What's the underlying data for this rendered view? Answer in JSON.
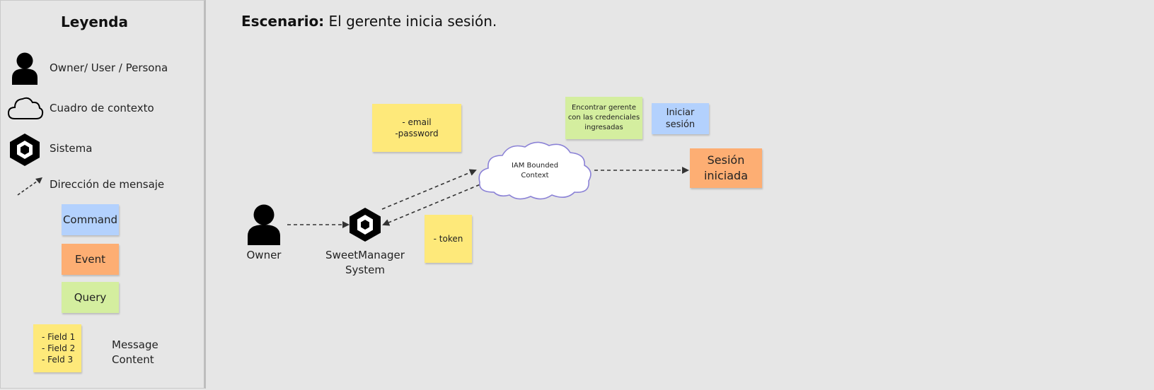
{
  "legend": {
    "title": "Leyenda",
    "items": {
      "persona": "Owner/ User / Persona",
      "context": "Cuadro de contexto",
      "system": "Sistema",
      "message": "Dirección de mensaje"
    },
    "command": "Command",
    "event": "Event",
    "query": "Query",
    "fields": [
      "- Field 1",
      "- Field 2",
      "- Feld 3"
    ],
    "message_content_1": "Message",
    "message_content_2": "Content"
  },
  "scenario": {
    "prefix": "Escenario:",
    "text": " El gerente inicia sesión."
  },
  "diagram": {
    "owner_label": "Owner",
    "system_label_1": "SweetManager",
    "system_label_2": "System",
    "request_fields_1": "- email",
    "request_fields_2": "-password",
    "response_fields": "- token",
    "context_line_1": "IAM Bounded",
    "context_line_2": "Context",
    "query_line_1": "Encontrar gerente",
    "query_line_2": "con las credenciales",
    "query_line_3": "ingresadas",
    "command_line_1": "Iniciar",
    "command_line_2": "sesión",
    "event_line_1": "Sesión",
    "event_line_2": "iniciada"
  },
  "colors": {
    "background": "#e6e6e6",
    "command": "#b3d1fd",
    "event": "#fdae73",
    "query": "#d4ee9f",
    "message": "#fee97a",
    "cloud_stroke": "#8b82d6"
  }
}
